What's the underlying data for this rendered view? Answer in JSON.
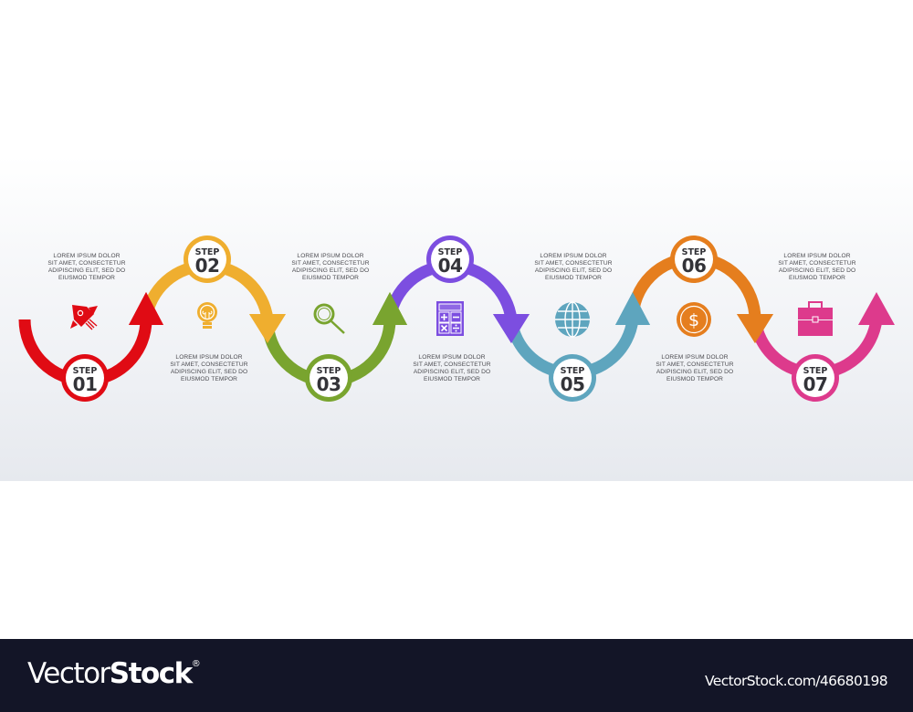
{
  "infographic": {
    "colors": {
      "step1": "#e00b14",
      "step2": "#efae2f",
      "step3": "#79a42f",
      "step4": "#7c4ee0",
      "step5": "#5ea5be",
      "step6": "#e57e1e",
      "step7": "#dd3a8c",
      "text": "#4b4b50",
      "banner_bg": "#eef0f4"
    },
    "steps": [
      {
        "word": "STEP",
        "number": "01",
        "icon": "rocket-icon",
        "description": [
          "LOREM IPSUM DOLOR",
          "SIT AMET, CONSECTETUR",
          "ADIPISCING ELIT, SED DO",
          "EIUSMOD TEMPOR"
        ]
      },
      {
        "word": "STEP",
        "number": "02",
        "icon": "lightbulb-icon",
        "description": [
          "LOREM IPSUM DOLOR",
          "SIT AMET, CONSECTETUR",
          "ADIPISCING ELIT, SED DO",
          "EIUSMOD TEMPOR"
        ]
      },
      {
        "word": "STEP",
        "number": "03",
        "icon": "magnifier-icon",
        "description": [
          "LOREM IPSUM DOLOR",
          "SIT AMET, CONSECTETUR",
          "ADIPISCING ELIT, SED DO",
          "EIUSMOD TEMPOR"
        ]
      },
      {
        "word": "STEP",
        "number": "04",
        "icon": "calculator-icon",
        "description": [
          "LOREM IPSUM DOLOR",
          "SIT AMET, CONSECTETUR",
          "ADIPISCING ELIT, SED DO",
          "EIUSMOD TEMPOR"
        ]
      },
      {
        "word": "STEP",
        "number": "05",
        "icon": "globe-icon",
        "description": [
          "LOREM IPSUM DOLOR",
          "SIT AMET, CONSECTETUR",
          "ADIPISCING ELIT, SED DO",
          "EIUSMOD TEMPOR"
        ]
      },
      {
        "word": "STEP",
        "number": "06",
        "icon": "dollar-coin-icon",
        "description": [
          "LOREM IPSUM DOLOR",
          "SIT AMET, CONSECTETUR",
          "ADIPISCING ELIT, SED DO",
          "EIUSMOD TEMPOR"
        ]
      },
      {
        "word": "STEP",
        "number": "07",
        "icon": "briefcase-icon",
        "description": [
          "LOREM IPSUM DOLOR",
          "SIT AMET, CONSECTETUR",
          "ADIPISCING ELIT, SED DO",
          "EIUSMOD TEMPOR"
        ]
      }
    ]
  },
  "footer": {
    "brand_light": "Vector",
    "brand_bold": "Stock",
    "brand_mark": "®",
    "image_id_text": "VectorStock.com/46680198"
  }
}
